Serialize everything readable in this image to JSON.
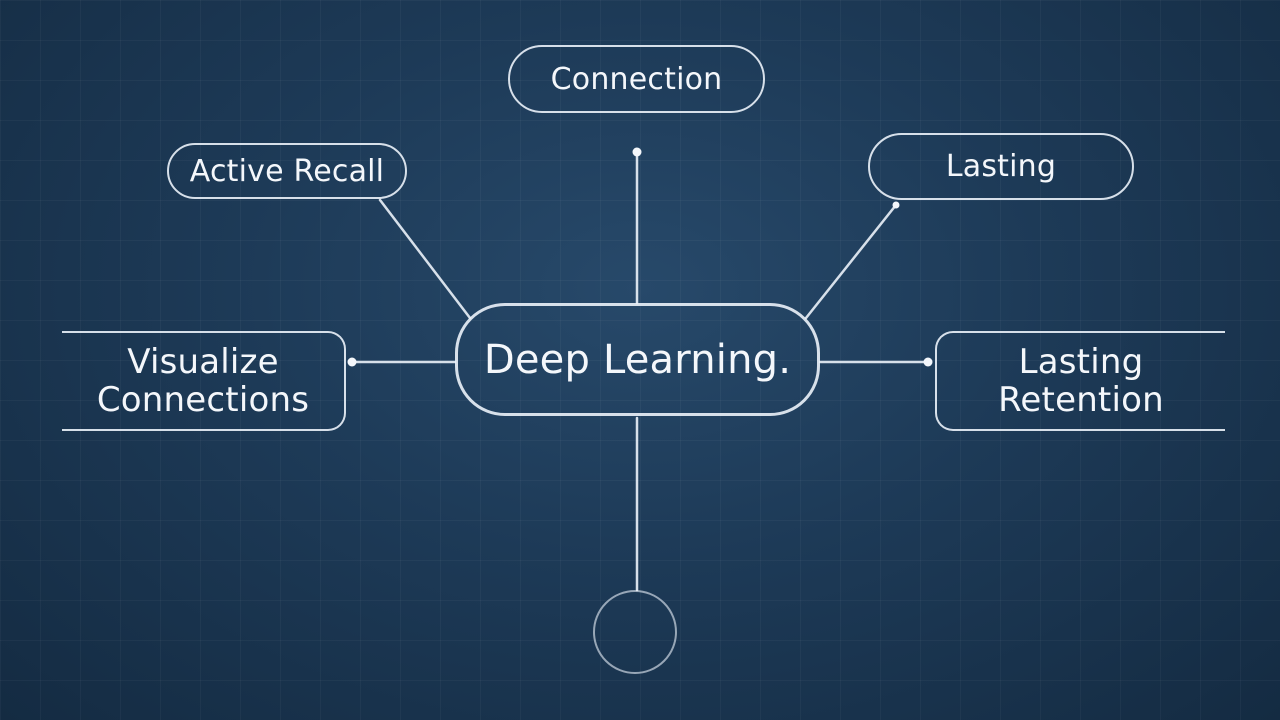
{
  "diagram": {
    "center": {
      "label": "Deep Learning."
    },
    "nodes": {
      "top": {
        "label": "Connection"
      },
      "top_left": {
        "label": "Active Recall"
      },
      "top_right": {
        "label": "Lasting"
      },
      "left": {
        "label": "Visualize\nConnections"
      },
      "right": {
        "label": "Lasting\nRetention"
      },
      "bottom": {
        "label": ""
      }
    }
  }
}
